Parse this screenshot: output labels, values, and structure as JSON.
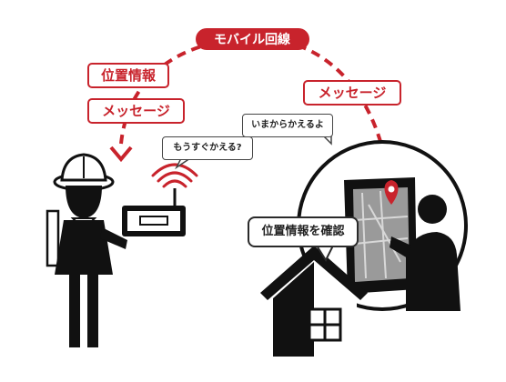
{
  "network_label": "モバイル回線",
  "child_side": {
    "tags": [
      "位置情報",
      "メッセージ"
    ],
    "message": "もうすぐかえる?"
  },
  "parent_side": {
    "tag": "メッセージ",
    "message": "いまからかえるよ",
    "callout": "位置情報を確認"
  },
  "colors": {
    "accent": "#c8232c",
    "ink": "#111111",
    "screen": "#9a9a9a"
  }
}
